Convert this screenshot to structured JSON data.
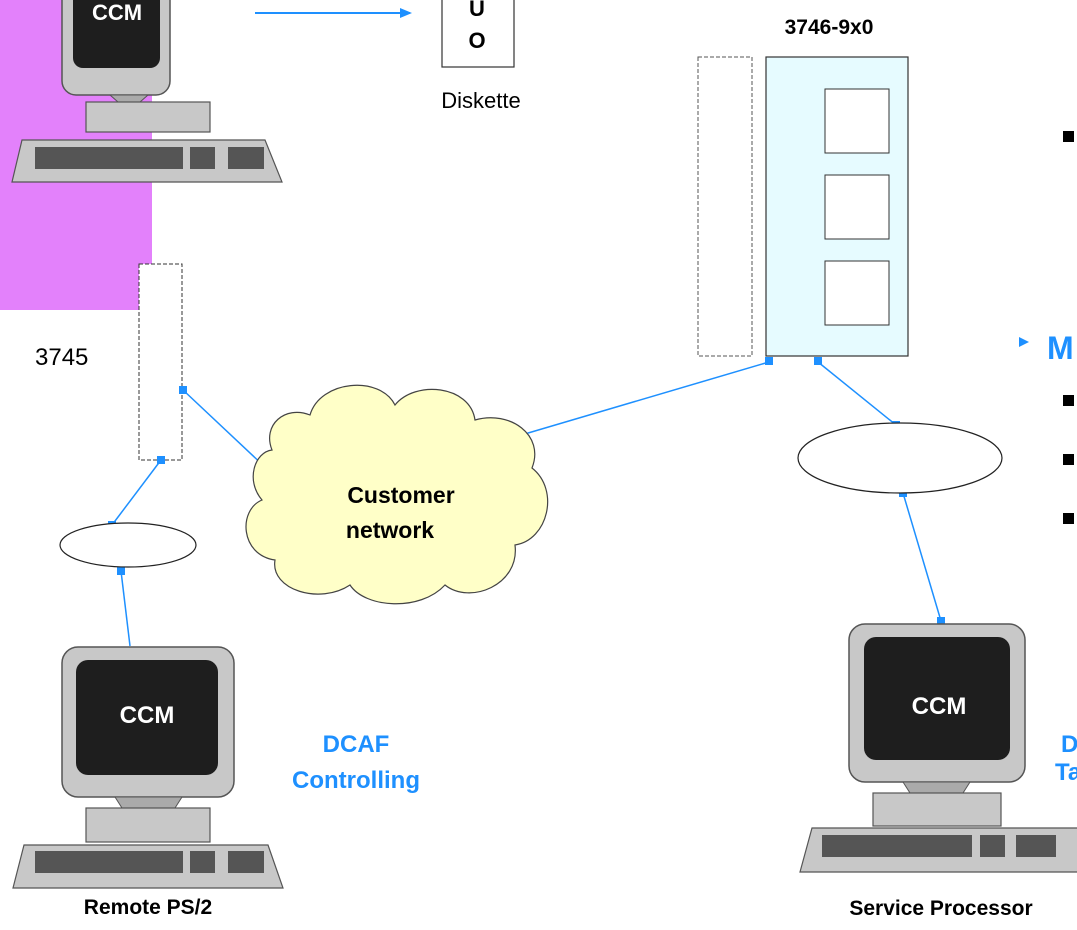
{
  "colors": {
    "link": "#1e90ff",
    "blue_text": "#1e90ff",
    "panel": "#e381fb",
    "cloud": "#ffffc8",
    "frame_fill": "#e6fbff",
    "monitor_body": "#c8c8c8",
    "screen": "#1e1e1e"
  },
  "labels": {
    "top_ccm": "CCM",
    "diskette_chars": [
      "U",
      "O"
    ],
    "diskette": "Diskette",
    "frame_3746": "3746-9x0",
    "frame_3745": "3745",
    "cloud_line1": "Customer",
    "cloud_line2": "network",
    "remote_ccm": "CCM",
    "remote_name": "Remote PS/2",
    "dcaf_line1": "DCAF",
    "dcaf_line2": "Controlling",
    "sp_ccm": "CCM",
    "sp_name": "Service Processor",
    "right_d": "D",
    "right_ta": "Ta",
    "right_m": "M"
  },
  "icons": {
    "computers": [
      "desktop-computer-icon",
      "desktop-computer-icon",
      "desktop-computer-icon"
    ],
    "bullets": [
      "square-bullet-icon",
      "triangle-bullet-icon"
    ]
  }
}
